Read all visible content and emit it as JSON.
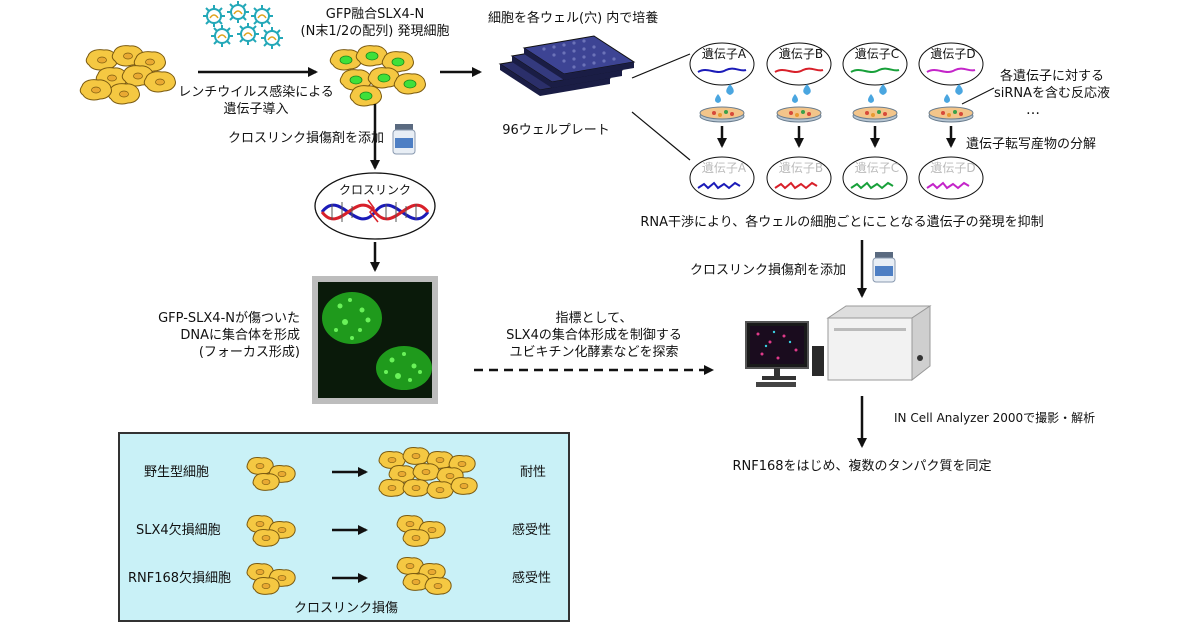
{
  "labels": {
    "gfp_cells": "GFP融合SLX4-N\n(N末1/2の配列) 発現細胞",
    "lentivirus": "レンチウイルス感染による\n遺伝子導入",
    "culture": "細胞を各ウェル(穴) 内で培養",
    "plate": "96ウェルプレート",
    "crosslink_add_1": "クロスリンク損傷剤を添加",
    "crosslink": "クロスリンク",
    "focus": "GFP-SLX4-Nが傷ついた\nDNAに集合体を形成\n(フォーカス形成)",
    "indicator": "指標として、\nSLX4の集合体形成を制御する\nユビキチン化酵素などを探索",
    "sirna": "各遺伝子に対する\nsiRNAを含む反応液",
    "ellipsis": "…",
    "degrade": "遺伝子転写産物の分解",
    "rnai": "RNA干渉により、各ウェルの細胞ごとにことなる遺伝子の発現を抑制",
    "crosslink_add_2": "クロスリンク損傷剤を添加",
    "analyzer": "IN Cell Analyzer 2000で撮影・解析",
    "result": "RNF168をはじめ、複数のタンパク質を同定"
  },
  "genes": [
    {
      "name": "遺伝子A",
      "color": "#1b1bb8"
    },
    {
      "name": "遺伝子B",
      "color": "#d8202a"
    },
    {
      "name": "遺伝子C",
      "color": "#18a03a"
    },
    {
      "name": "遺伝子D",
      "color": "#c425c9"
    }
  ],
  "panel": {
    "rows": [
      {
        "label": "野生型細胞",
        "outcome": "耐性"
      },
      {
        "label": "SLX4欠損細胞",
        "outcome": "感受性"
      },
      {
        "label": "RNF168欠損細胞",
        "outcome": "感受性"
      }
    ],
    "caption": "クロスリンク損傷"
  },
  "colors": {
    "cell": "#f5c842",
    "cell_border": "#7a5a10",
    "gfp": "#3fe03a",
    "panel_bg": "#c9f1f7"
  }
}
